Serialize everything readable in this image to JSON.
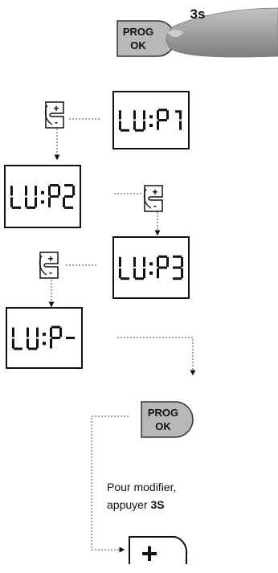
{
  "top": {
    "hold_time": "3s",
    "prog_button": {
      "line1": "PROG",
      "line2": "OK"
    }
  },
  "screens": [
    {
      "id": "screen-1",
      "text": "LU:P1"
    },
    {
      "id": "screen-2",
      "text": "LU:P2"
    },
    {
      "id": "screen-3",
      "text": "LU:P3"
    },
    {
      "id": "screen-4",
      "text": "LU:P-"
    }
  ],
  "plus_minus_button": {
    "plus": "+",
    "minus": "-"
  },
  "bottom": {
    "prog_button": {
      "line1": "PROG",
      "line2": "OK"
    },
    "instruction": {
      "line1": "Pour modifier,",
      "line2_prefix": "appuyer ",
      "line2_bold": "3S"
    },
    "plus_key": "+"
  },
  "colors": {
    "button_fill": "#b8b8b8",
    "finger_fill": "#a9a9a9",
    "outline": "#111111"
  }
}
